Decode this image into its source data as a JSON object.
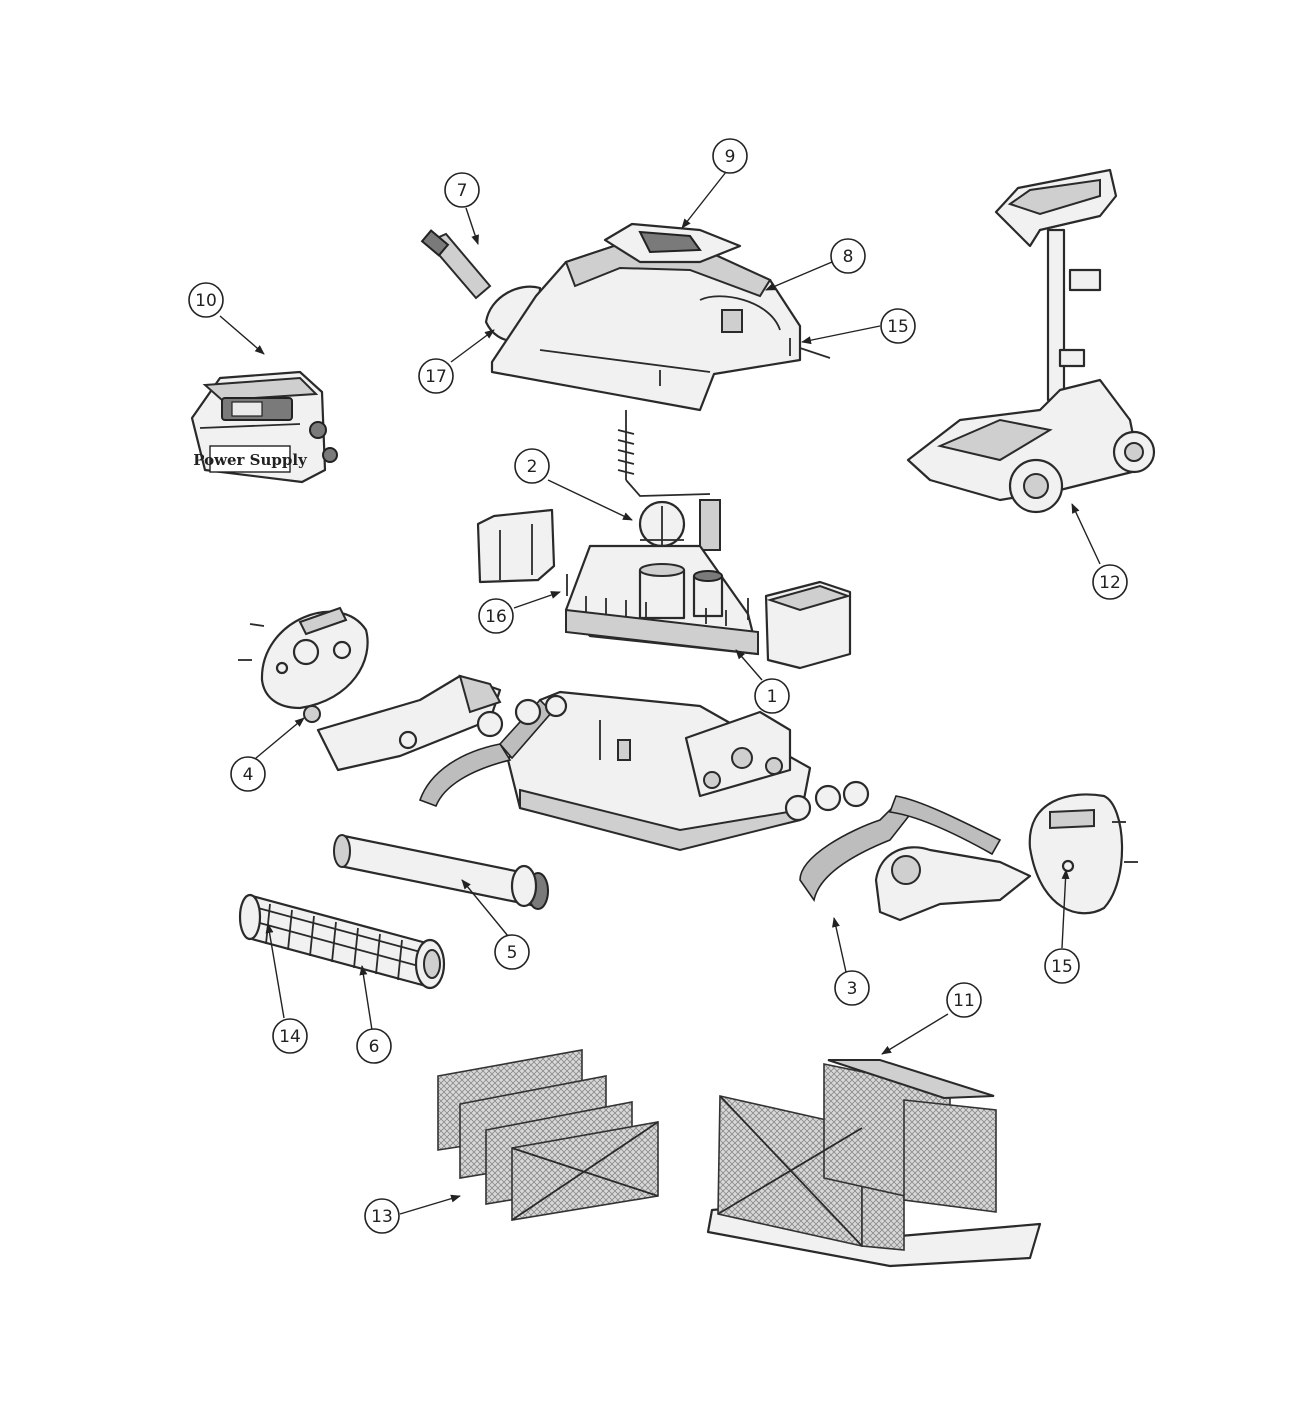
{
  "diagram": {
    "callouts": [
      {
        "id": "c1",
        "label": "1"
      },
      {
        "id": "c2",
        "label": "2"
      },
      {
        "id": "c3",
        "label": "3"
      },
      {
        "id": "c4",
        "label": "4"
      },
      {
        "id": "c5",
        "label": "5"
      },
      {
        "id": "c6",
        "label": "6"
      },
      {
        "id": "c7",
        "label": "7"
      },
      {
        "id": "c8",
        "label": "8"
      },
      {
        "id": "c9",
        "label": "9"
      },
      {
        "id": "c10",
        "label": "10"
      },
      {
        "id": "c11",
        "label": "11"
      },
      {
        "id": "c12",
        "label": "12"
      },
      {
        "id": "c13",
        "label": "13"
      },
      {
        "id": "c14",
        "label": "14"
      },
      {
        "id": "c15a",
        "label": "15"
      },
      {
        "id": "c15b",
        "label": "15"
      },
      {
        "id": "c16",
        "label": "16"
      },
      {
        "id": "c17",
        "label": "17"
      }
    ],
    "power_supply_label": "Power Supply"
  }
}
